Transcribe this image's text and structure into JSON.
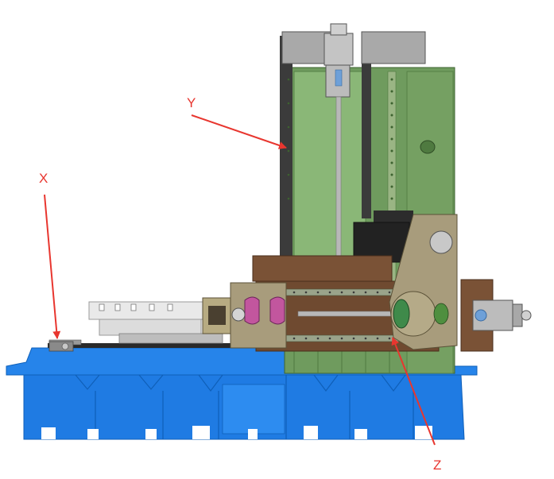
{
  "labels": {
    "x": "X",
    "y": "Y",
    "z": "Z"
  },
  "colors": {
    "base_blue": "#1e7ee6",
    "base_dark": "#1466c4",
    "column_green": "#6f9b5e",
    "column_light": "#8ab777",
    "column_dark": "#4f7a40",
    "carriage_brown": "#7a5236",
    "motor_gray": "#b9b9b9",
    "fixture_pink": "#c2569e",
    "arrow_red": "#e8362f",
    "rail_dark": "#3a3a3a"
  }
}
